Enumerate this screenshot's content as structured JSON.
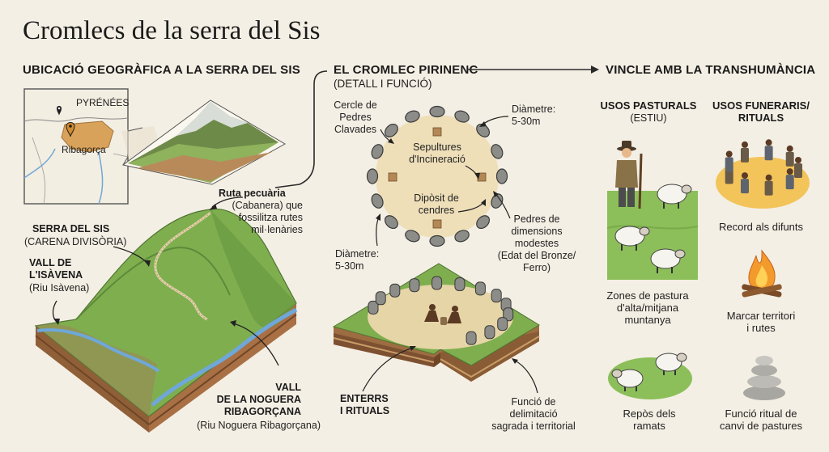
{
  "title": "Cromlecs de la serra del Sis",
  "sections": {
    "location": "UBICACIÓ GEOGRÀFICA A LA SERRA DEL SIS",
    "cromlech": "EL CROMLEC PIRINENC",
    "cromlech_sub": "(DETALL I FUNCIÓ)",
    "transhumance": "VINCLE AMB LA TRANSHUMÀNCIA"
  },
  "map": {
    "region": "PYRÉNÉES",
    "place": "Ribagorça"
  },
  "landscape": {
    "route_title": "Ruta pecuària",
    "route_desc": [
      "(Cabanera) que",
      "fossilitza rutes",
      "mil·lenàries"
    ],
    "serra_title": "SERRA DEL SIS",
    "serra_desc": "(CARENA DIVISÒRIA)",
    "vall1_title": [
      "VALL DE",
      "L'ISÀVENA"
    ],
    "vall1_desc": "(Riu Isàvena)",
    "vall2_title": [
      "VALL",
      "DE LA NOGUERA",
      "RIBAGORÇANA"
    ],
    "vall2_desc": "(Riu Noguera Ribagorçana)"
  },
  "cromlech": {
    "circle": [
      "Cercle de",
      "Pedres",
      "Clavades"
    ],
    "diameter_top": [
      "Diàmetre:",
      "5-30m"
    ],
    "burials": [
      "Sepultures",
      "d'Incineració"
    ],
    "ashes": [
      "Dipòsit de",
      "cendres"
    ],
    "stones": [
      "Pedres de",
      "dimensions",
      "modestes",
      "(Edat del Bronze/",
      "Ferro)"
    ],
    "diameter_left": [
      "Diàmetre:",
      "5-30m"
    ],
    "rituals": [
      "ENTERRS",
      "I RITUALS"
    ],
    "function": [
      "Funció de",
      "delimitació",
      "sagrada i territorial"
    ]
  },
  "pastoral": {
    "heading": "USOS PASTURALS",
    "heading_sub": "(ESTIU)",
    "pasture": [
      "Zones de pastura",
      "d'alta/mitjana",
      "muntanya"
    ],
    "rest": [
      "Repòs dels",
      "ramats"
    ]
  },
  "funerary": {
    "heading": [
      "USOS FUNERARIS/",
      "RITUALS"
    ],
    "memory": "Record als difunts",
    "territory": [
      "Marcar territori",
      "i rutes"
    ],
    "ritual": [
      "Funció ritual de",
      "canvi de pastures"
    ]
  },
  "colors": {
    "background": "#f4efe4",
    "grass": "#7fae4f",
    "soil": "#a57a4a",
    "stone": "#8c8c88",
    "water": "#6fa7d8"
  }
}
